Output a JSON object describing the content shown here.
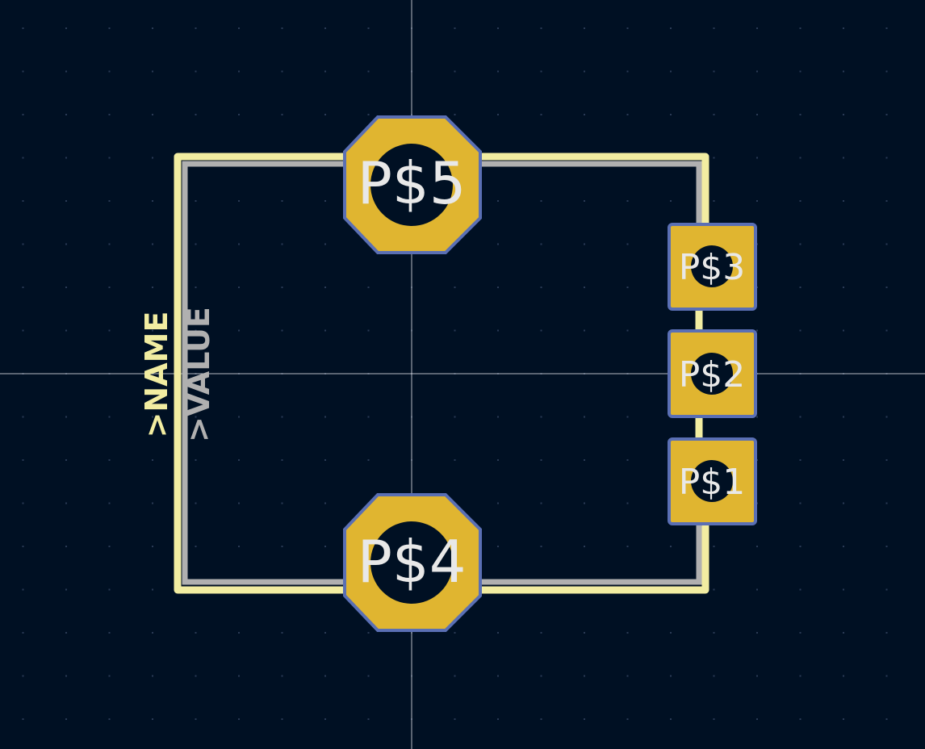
{
  "app": {
    "view": "PCB footprint editor canvas"
  },
  "colors": {
    "background": "#001023",
    "grid_dot": "#2a3a55",
    "crosshair": "#c8ccd4",
    "silkscreen": "#f2eda1",
    "fab": "#b0b0b0",
    "pad_copper": "#e0b530",
    "pad_outline": "#5a6fb4",
    "drill_hole": "#001023",
    "pad_text": "#e8e8e8"
  },
  "pads": {
    "p5": {
      "label": "P$5",
      "shape": "octagon"
    },
    "p4": {
      "label": "P$4",
      "shape": "octagon"
    },
    "p3": {
      "label": "P$3",
      "shape": "rect"
    },
    "p2": {
      "label": "P$2",
      "shape": "rect"
    },
    "p1": {
      "label": "P$1",
      "shape": "rect"
    }
  },
  "text_fields": {
    "name": ">NAME",
    "value": ">VALUE"
  },
  "icons": {
    "crosshair": "crosshair-icon"
  }
}
